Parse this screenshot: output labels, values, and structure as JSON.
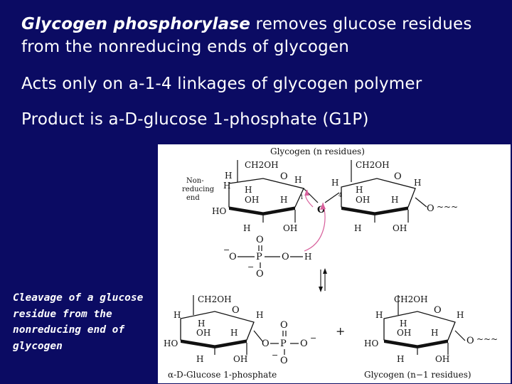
{
  "bullets": {
    "b1_enzyme": "Glycogen phosphorylase",
    "b1_rest": " removes glucose residues from the nonreducing ends of glycogen",
    "b2": "Acts only on a-1-4 linkages of glycogen polymer",
    "b3": "Product is a-D-glucose 1-phosphate (G1P)"
  },
  "caption": "Cleavage of a glucose residue from the nonreducing end of glycogen",
  "figure": {
    "top_title": "Glycogen (n residues)",
    "nonreducing_label": [
      "Non-",
      "reducing",
      "end"
    ],
    "atoms": {
      "ch2oh": "CH2OH",
      "h": "H",
      "oh": "OH",
      "ho": "HO",
      "o": "O",
      "p": "P",
      "minus": "−",
      "plus": "+",
      "one": "1",
      "four": "4",
      "tilde": "~~~"
    },
    "bottom_left_label": "α-D-Glucose 1-phosphate",
    "bottom_right_label": "Glycogen (n−1 residues)"
  }
}
